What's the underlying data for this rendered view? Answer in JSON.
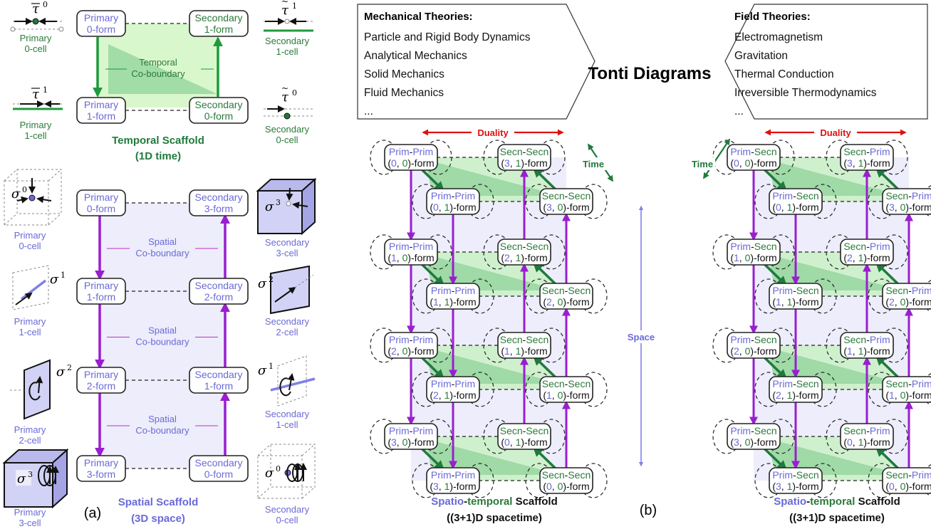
{
  "panel_labels": {
    "a": "(a)",
    "b": "(b)"
  },
  "temporal": {
    "nodes": {
      "p0": [
        "Primary",
        "0-form"
      ],
      "s1": [
        "Secondary",
        "1-form"
      ],
      "p1": [
        "Primary",
        "1-form"
      ],
      "s0": [
        "Secondary",
        "0-form"
      ]
    },
    "coboundary": [
      "Temporal",
      "Co-boundary"
    ],
    "cells": {
      "p0": {
        "sym": "τ",
        "sup": "0",
        "label": [
          "Primary",
          "0-cell"
        ]
      },
      "s1": {
        "sym": "τ",
        "sup": "1",
        "label": [
          "Secondary",
          "1-cell"
        ]
      },
      "p1": {
        "sym": "τ",
        "sup": "1",
        "label": [
          "Primary",
          "1-cell"
        ]
      },
      "s0": {
        "sym": "τ",
        "sup": "0",
        "label": [
          "Secondary",
          "0-cell"
        ]
      }
    },
    "caption": [
      "Temporal Scaffold",
      "(1D time)"
    ]
  },
  "spatial": {
    "left_nodes": [
      [
        "Primary",
        "0-form"
      ],
      [
        "Primary",
        "1-form"
      ],
      [
        "Primary",
        "2-form"
      ],
      [
        "Primary",
        "3-form"
      ]
    ],
    "right_nodes": [
      [
        "Secondary",
        "3-form"
      ],
      [
        "Secondary",
        "2-form"
      ],
      [
        "Secondary",
        "1-form"
      ],
      [
        "Secondary",
        "0-form"
      ]
    ],
    "coboundary": [
      "Spatial",
      "Co-boundary"
    ],
    "left_cells": [
      {
        "sym": "σ",
        "sup": "0",
        "label": [
          "Primary",
          "0-cell"
        ]
      },
      {
        "sym": "σ",
        "sup": "1",
        "label": [
          "Primary",
          "1-cell"
        ]
      },
      {
        "sym": "σ",
        "sup": "2",
        "label": [
          "Primary",
          "2-cell"
        ]
      },
      {
        "sym": "σ",
        "sup": "3",
        "label": [
          "Primary",
          "3-cell"
        ]
      }
    ],
    "right_cells": [
      {
        "sym": "σ",
        "sup": "3",
        "label": [
          "Secondary",
          "3-cell"
        ]
      },
      {
        "sym": "σ",
        "sup": "2",
        "label": [
          "Secondary",
          "2-cell"
        ]
      },
      {
        "sym": "σ",
        "sup": "1",
        "label": [
          "Secondary",
          "1-cell"
        ]
      },
      {
        "sym": "σ",
        "sup": "0",
        "label": [
          "Secondary",
          "0-cell"
        ]
      }
    ],
    "caption": [
      "Spatial Scaffold",
      "(3D space)"
    ]
  },
  "theories": {
    "mechanical": {
      "title": "Mechanical Theories:",
      "items": [
        "Particle and Rigid Body Dynamics",
        "Analytical Mechanics",
        "Solid Mechanics",
        "Fluid Mechanics",
        "..."
      ]
    },
    "field": {
      "title": "Field Theories:",
      "items": [
        "Electromagnetism",
        "Gravitation",
        "Thermal Conduction",
        "Irreversible Thermodynamics",
        "..."
      ]
    },
    "center": "Tonti Diagrams"
  },
  "labels": {
    "duality": "Duality",
    "time": "Time",
    "space": "Space",
    "form_suffix": "-form"
  },
  "tonti_left": {
    "left_col": [
      {
        "a": "Prim",
        "b": "Prim",
        "i": "0",
        "j": "0"
      },
      {
        "a": "Prim",
        "b": "Prim",
        "i": "1",
        "j": "0"
      },
      {
        "a": "Prim",
        "b": "Prim",
        "i": "2",
        "j": "0"
      },
      {
        "a": "Prim",
        "b": "Prim",
        "i": "3",
        "j": "0"
      }
    ],
    "left_col2": [
      {
        "a": "Prim",
        "b": "Prim",
        "i": "0",
        "j": "1"
      },
      {
        "a": "Prim",
        "b": "Prim",
        "i": "1",
        "j": "1"
      },
      {
        "a": "Prim",
        "b": "Prim",
        "i": "2",
        "j": "1"
      },
      {
        "a": "Prim",
        "b": "Prim",
        "i": "3",
        "j": "1"
      }
    ],
    "right_col": [
      {
        "a": "Secn",
        "b": "Secn",
        "i": "3",
        "j": "1"
      },
      {
        "a": "Secn",
        "b": "Secn",
        "i": "2",
        "j": "1"
      },
      {
        "a": "Secn",
        "b": "Secn",
        "i": "1",
        "j": "1"
      },
      {
        "a": "Secn",
        "b": "Secn",
        "i": "0",
        "j": "1"
      }
    ],
    "right_col2": [
      {
        "a": "Secn",
        "b": "Secn",
        "i": "3",
        "j": "0"
      },
      {
        "a": "Secn",
        "b": "Secn",
        "i": "2",
        "j": "0"
      },
      {
        "a": "Secn",
        "b": "Secn",
        "i": "1",
        "j": "0"
      },
      {
        "a": "Secn",
        "b": "Secn",
        "i": "0",
        "j": "0"
      }
    ],
    "caption": {
      "spatio": "Spatio",
      "dash": "-",
      "temporal": "temporal",
      "scaffold": " Scaffold",
      "line2": "((3+1)D spacetime)"
    }
  },
  "tonti_right": {
    "left_col": [
      {
        "a": "Prim",
        "b": "Secn",
        "i": "0",
        "j": "0"
      },
      {
        "a": "Prim",
        "b": "Secn",
        "i": "1",
        "j": "0"
      },
      {
        "a": "Prim",
        "b": "Secn",
        "i": "2",
        "j": "0"
      },
      {
        "a": "Prim",
        "b": "Secn",
        "i": "3",
        "j": "0"
      }
    ],
    "left_col2": [
      {
        "a": "Prim",
        "b": "Secn",
        "i": "0",
        "j": "1"
      },
      {
        "a": "Prim",
        "b": "Secn",
        "i": "1",
        "j": "1"
      },
      {
        "a": "Prim",
        "b": "Secn",
        "i": "2",
        "j": "1"
      },
      {
        "a": "Prim",
        "b": "Secn",
        "i": "3",
        "j": "1"
      }
    ],
    "right_col": [
      {
        "a": "Secn",
        "b": "Prim",
        "i": "3",
        "j": "1"
      },
      {
        "a": "Secn",
        "b": "Prim",
        "i": "2",
        "j": "1"
      },
      {
        "a": "Secn",
        "b": "Prim",
        "i": "1",
        "j": "1"
      },
      {
        "a": "Secn",
        "b": "Prim",
        "i": "0",
        "j": "1"
      }
    ],
    "right_col2": [
      {
        "a": "Secn",
        "b": "Prim",
        "i": "3",
        "j": "0"
      },
      {
        "a": "Secn",
        "b": "Prim",
        "i": "2",
        "j": "0"
      },
      {
        "a": "Secn",
        "b": "Prim",
        "i": "1",
        "j": "0"
      },
      {
        "a": "Secn",
        "b": "Prim",
        "i": "0",
        "j": "0"
      }
    ],
    "caption": {
      "spatio": "Spatio",
      "dash": "-",
      "temporal": "temporal",
      "scaffold": " Scaffold",
      "line2": "((3+1)D spacetime)"
    }
  },
  "colors": {
    "primary": "#6a6ad8",
    "secondary": "#2a7a3a",
    "spatial_arrow": "#9a1ed0",
    "temporal_arrow": "#1f9a3c",
    "duality": "#e01010",
    "space_arrow": "#8080e8",
    "time_arrow": "#1f7a3c"
  }
}
